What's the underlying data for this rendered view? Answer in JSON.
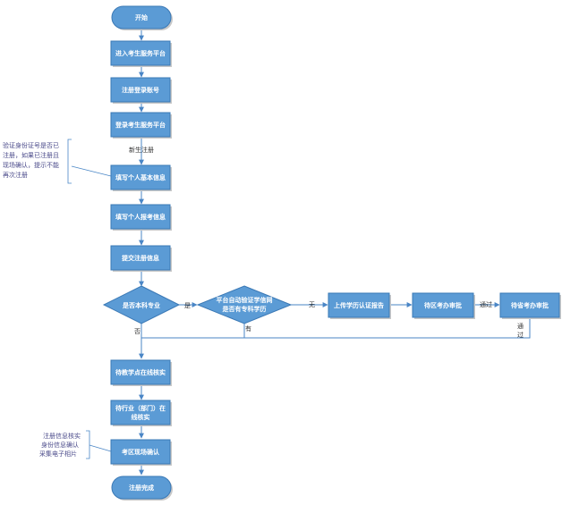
{
  "nodes": {
    "start": "开始",
    "enter_platform": "进入考生服务平台",
    "register_account": "注册登录账号",
    "login_platform": "登录考生服务平台",
    "fill_basic_info": "填写个人基本信息",
    "fill_exam_info": "填写个人报考信息",
    "submit_info": "提交注册信息",
    "is_undergrad": "是否本科专业",
    "auto_verify_line1": "平台自动验证学信网",
    "auto_verify_line2": "是否有专科学历",
    "upload_cert": "上传学历认证报告",
    "wait_district": "待区考办审批",
    "wait_province": "待省考办审批",
    "wait_school": "待教学点在线核实",
    "wait_industry_line1": "待行业（部门）在",
    "wait_industry_line2": "线核实",
    "onsite_confirm": "考区现场确认",
    "done": "注册完成"
  },
  "edge_labels": {
    "new_register": "新生注册",
    "yes": "是",
    "no_none": "无",
    "no": "否",
    "has": "有",
    "pass1": "通过",
    "pass2_line1": "通",
    "pass2_line2": "过"
  },
  "notes": {
    "id_check": [
      "验证身份证号是否已",
      "注册，如果已注册且",
      "现场确认，提示不能",
      "再次注册"
    ],
    "onsite": [
      "注册信息核实",
      "身份信息确认",
      "采集电子相片"
    ]
  },
  "colors": {
    "node_fill": "#5b9bd5",
    "node_stroke": "#3a78b5",
    "edge": "#4a86c6"
  }
}
